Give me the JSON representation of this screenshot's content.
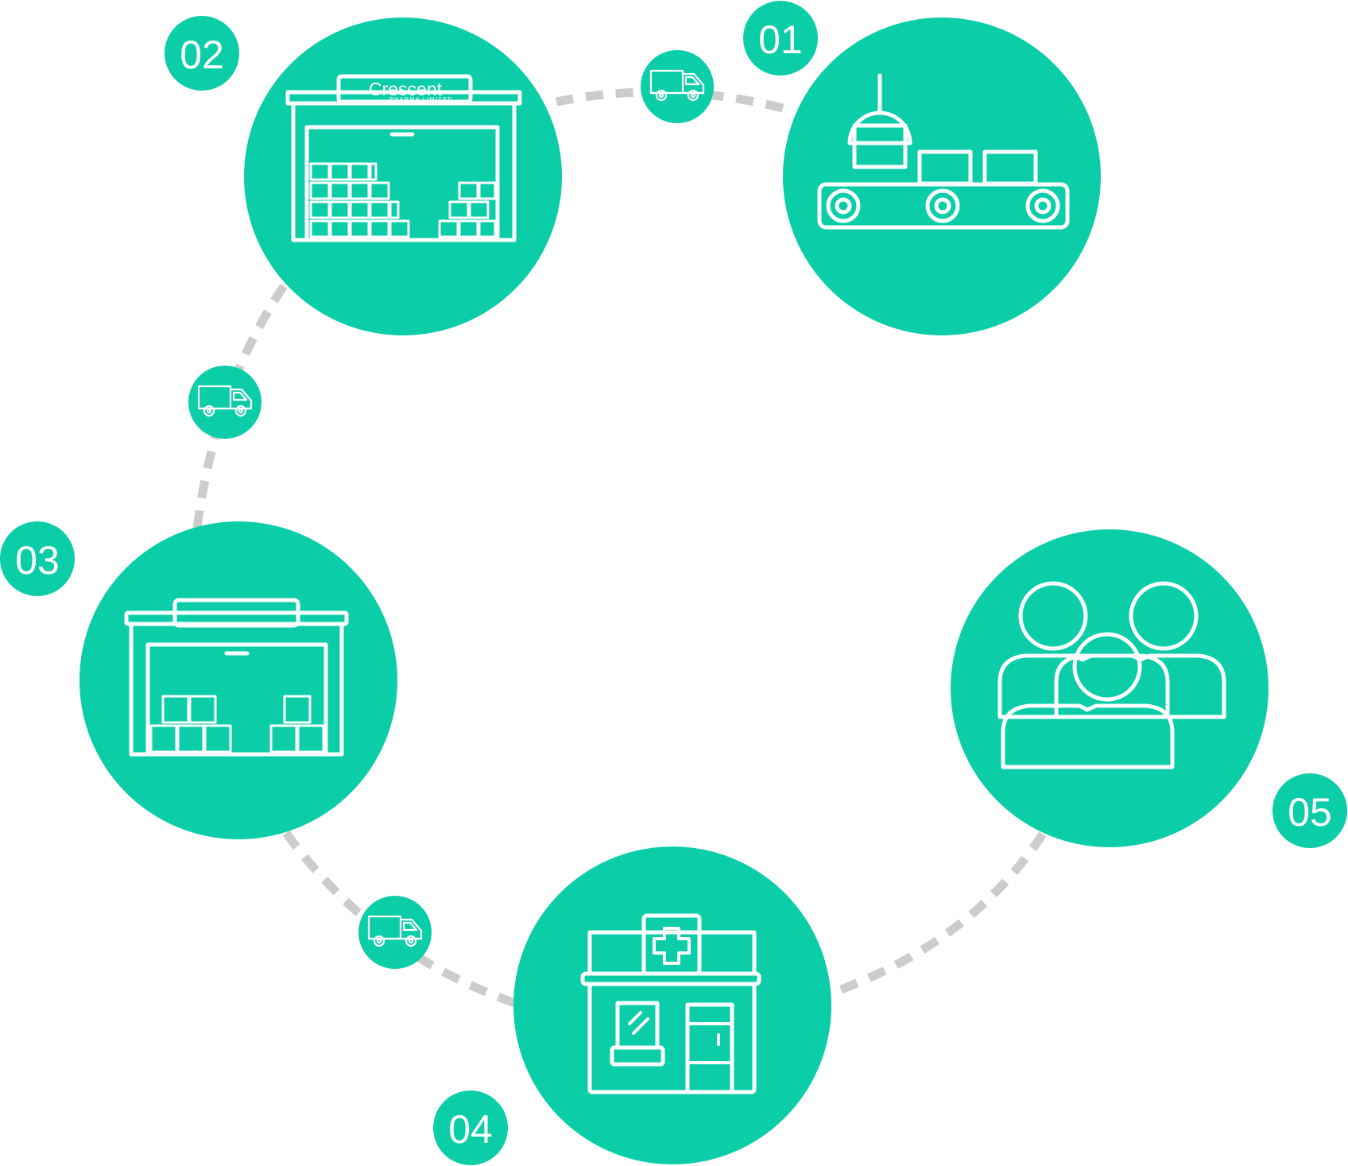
{
  "colors": {
    "accent": "#0bcea9",
    "connector": "#cccccc",
    "icon": "#ffffff",
    "background": "#ffffff"
  },
  "steps": [
    {
      "number": "01",
      "icon": "factory-conveyor-icon"
    },
    {
      "number": "02",
      "icon": "company-warehouse-icon",
      "logo_text": "Crescent",
      "logo_subtext": "PHARMA LIMITED"
    },
    {
      "number": "03",
      "icon": "distributor-warehouse-icon"
    },
    {
      "number": "04",
      "icon": "pharmacy-icon"
    },
    {
      "number": "05",
      "icon": "people-group-icon"
    }
  ],
  "connectors": [
    {
      "from": "01",
      "to": "02",
      "icon": "delivery-truck-icon"
    },
    {
      "from": "02",
      "to": "03",
      "icon": "delivery-truck-icon"
    },
    {
      "from": "03",
      "to": "04",
      "icon": "delivery-truck-icon"
    },
    {
      "from": "04",
      "to": "05"
    }
  ]
}
